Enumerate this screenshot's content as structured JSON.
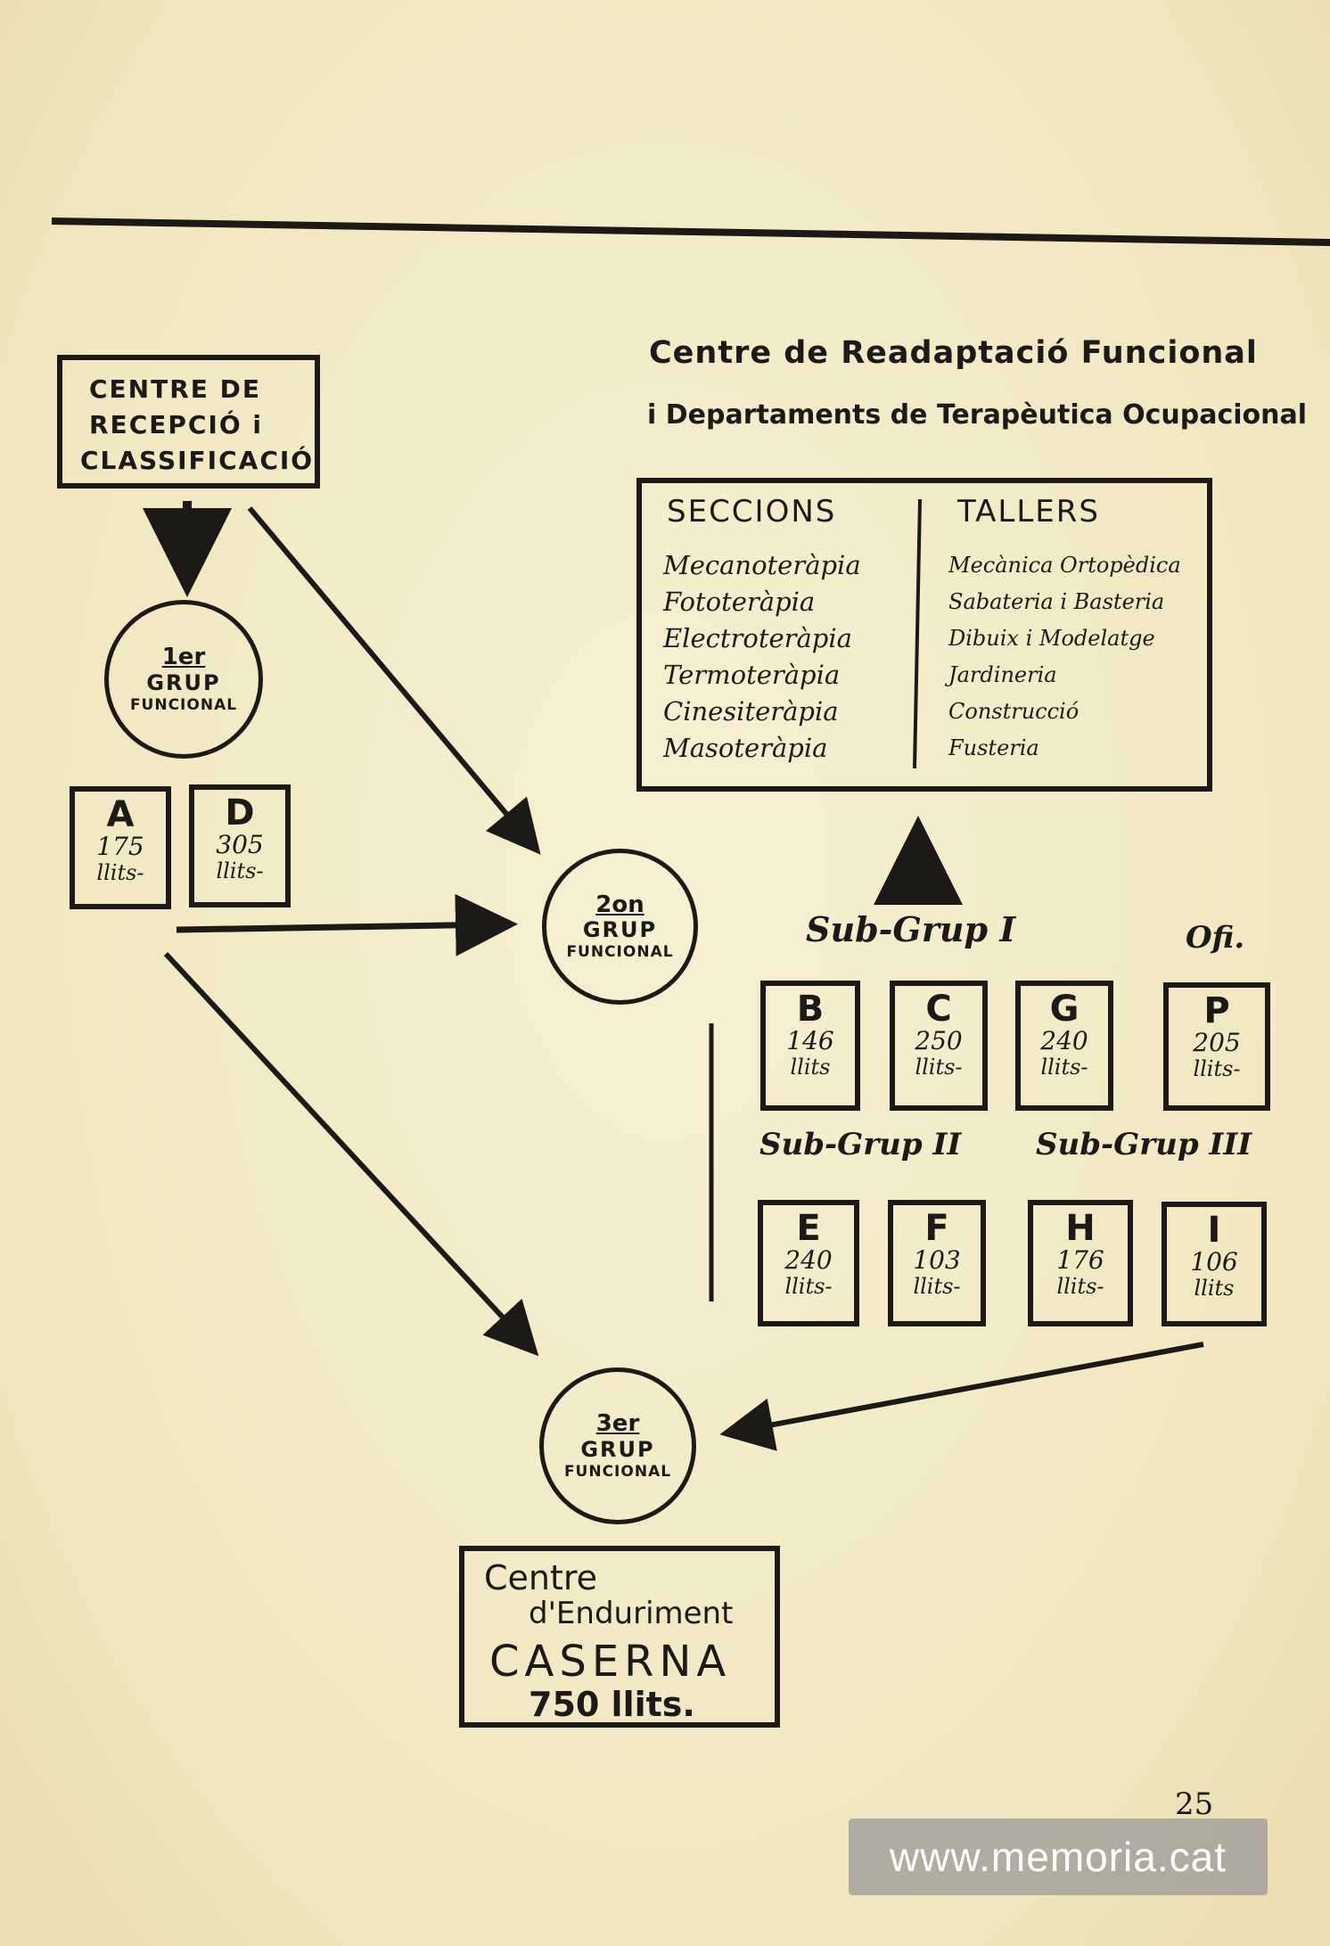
{
  "reception": {
    "line1": "CENTRE DE",
    "line2": "RECEPCIÓ i",
    "line3": "CLASSIFICACIÓ"
  },
  "group1": {
    "ordinal": "1er",
    "word1": "GRUP",
    "word2": "FUNCIONAL"
  },
  "group2": {
    "ordinal": "2on",
    "word1": "GRUP",
    "word2": "FUNCIONAL"
  },
  "group3": {
    "ordinal": "3er",
    "word1": "GRUP",
    "word2": "FUNCIONAL"
  },
  "units_group1": [
    {
      "letter": "A",
      "beds": "175",
      "unit": "llits-"
    },
    {
      "letter": "D",
      "beds": "305",
      "unit": "llits-"
    }
  ],
  "rehab": {
    "title_line1": "Centre de Readaptació Funcional",
    "title_line2": "i Departaments de Terapèutica Ocupacional",
    "col1_header": "SECCIONS",
    "col2_header": "TALLERS",
    "seccions": [
      "Mecanoteràpia",
      "Fototeràpia",
      "Electroteràpia",
      "Termoteràpia",
      "Cinesiteràpia",
      "Masoteràpia"
    ],
    "tallers": [
      "Mecànica Ortopèdica",
      "Sabateria i Basteria",
      "Dibuix i Modelatge",
      "Jardineria",
      "Construcció",
      "Fusteria"
    ]
  },
  "subgroups": {
    "sg1": "Sub-Grup I",
    "off": "Ofi.",
    "sg2": "Sub-Grup II",
    "sg3": "Sub-Grup III"
  },
  "units_row1": [
    {
      "letter": "B",
      "beds": "146",
      "unit": "llits"
    },
    {
      "letter": "C",
      "beds": "250",
      "unit": "llits-"
    },
    {
      "letter": "G",
      "beds": "240",
      "unit": "llits-"
    },
    {
      "letter": "P",
      "beds": "205",
      "unit": "llits-"
    }
  ],
  "units_row2": [
    {
      "letter": "E",
      "beds": "240",
      "unit": "llits-"
    },
    {
      "letter": "F",
      "beds": "103",
      "unit": "llits-"
    },
    {
      "letter": "H",
      "beds": "176",
      "unit": "llits-"
    },
    {
      "letter": "I",
      "beds": "106",
      "unit": "llits"
    }
  ],
  "caserna": {
    "line1": "Centre",
    "line2": "d'Enduriment",
    "line3": "CASERNA",
    "line4": "750 llits."
  },
  "page_number": "25",
  "watermark": "www.memoria.cat"
}
